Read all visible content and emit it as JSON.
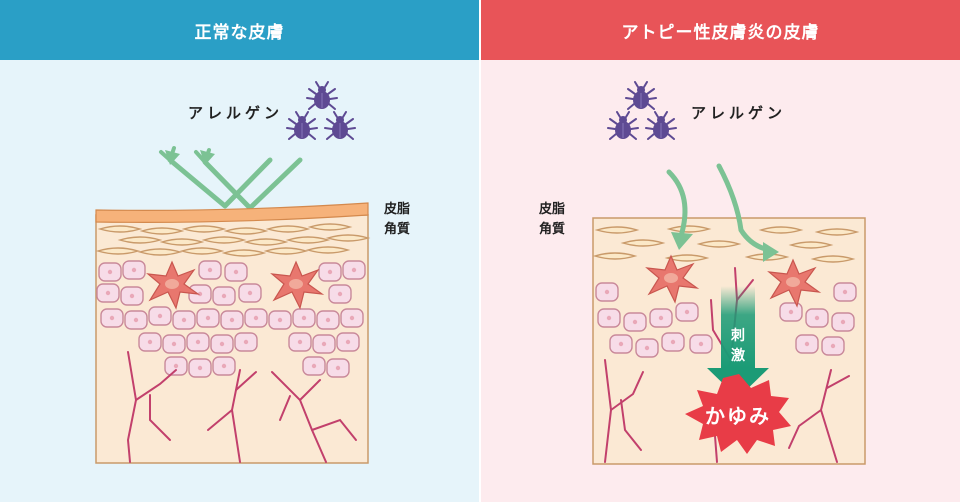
{
  "left_panel": {
    "title": "正常な皮膚",
    "allergen": "アレルゲン",
    "sebum": "皮脂",
    "stratum": "角質"
  },
  "right_panel": {
    "title": "アトピー性皮膚炎の皮膚",
    "allergen": "アレルゲン",
    "sebum": "皮脂",
    "stratum": "角質",
    "stimulus_1": "刺",
    "stimulus_2": "激",
    "itch": "かゆみ"
  },
  "colors": {
    "normal_header": "#2a9fc6",
    "atopic_header": "#e85458",
    "normal_bg": "#e6f4fa",
    "atopic_bg": "#fdebee",
    "arrow_green": "#7cc294",
    "stimulus_arrow": "#1b9b76",
    "itch_burst": "#e83c47",
    "mite": "#5e4a93",
    "sebum_layer": "#f6b27a",
    "nerve": "#c2406c"
  },
  "icons": [
    "mite-icon",
    "reflect-arrow-icon",
    "itch-burst-icon"
  ]
}
